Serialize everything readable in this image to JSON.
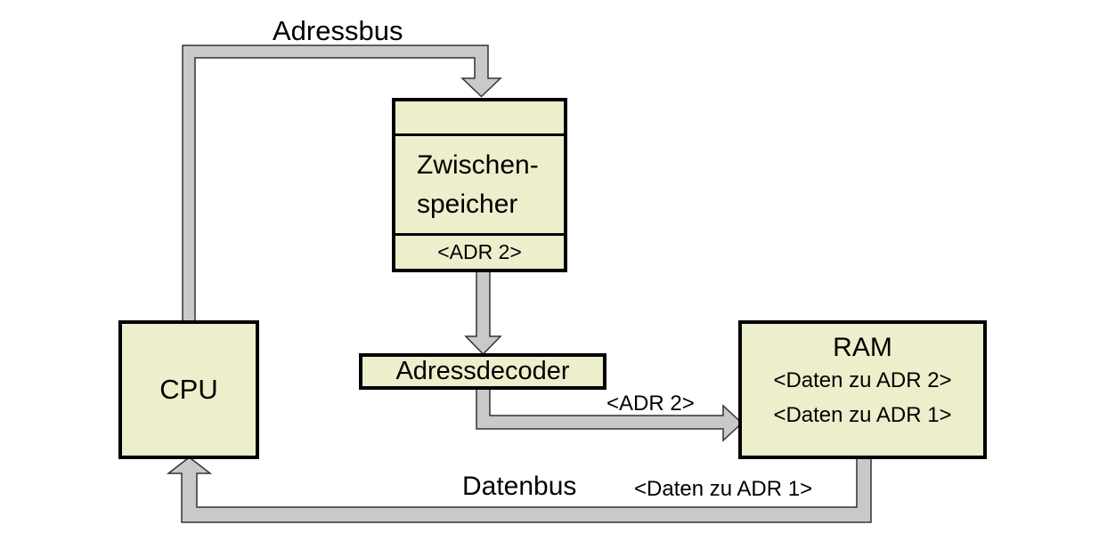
{
  "diagram": {
    "bus_titles": {
      "adressbus": "Adressbus",
      "datenbus": "Datenbus"
    },
    "bus_value_labels": {
      "adr2_to_ram": "<ADR 2>",
      "daten_zu_adr1": "<Daten zu ADR 1>"
    },
    "boxes": {
      "cpu": {
        "label": "CPU"
      },
      "zwischenspeicher": {
        "label_line1": "Zwischen-",
        "label_line2": "speicher",
        "address_slot": "<ADR 2>"
      },
      "adressdecoder": {
        "label": "Adressdecoder"
      },
      "ram": {
        "label": "RAM",
        "data_rows": [
          "<Daten zu ADR 2>",
          "<Daten zu ADR 1>"
        ]
      }
    },
    "colors": {
      "background": "#FFFFFF",
      "box_fill": "#EDEECB",
      "box_border": "#000000",
      "bus_fill": "#C9C9C9",
      "bus_outline": "#333333",
      "text": "#000000"
    }
  }
}
